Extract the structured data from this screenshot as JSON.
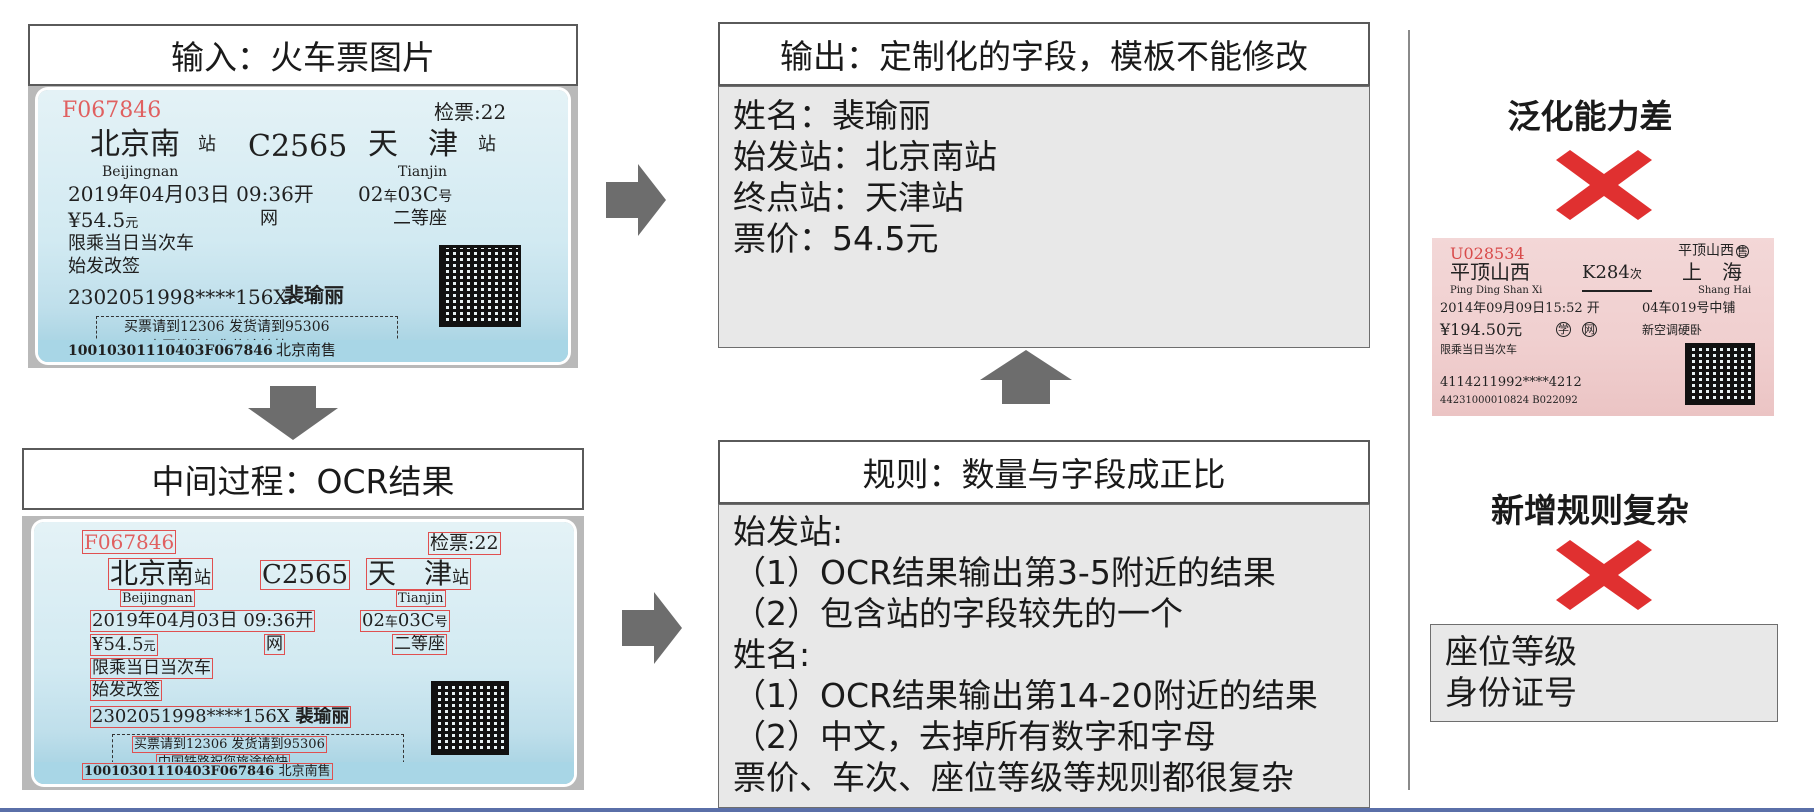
{
  "input_box": {
    "title": "输入：火车票图片"
  },
  "output_box": {
    "title": "输出：定制化的字段，模板不能修改",
    "lines": [
      "姓名：裴瑜丽",
      "始发站：北京南站",
      "终点站：天津站",
      "票价：54.5元"
    ]
  },
  "ocr_box": {
    "title": "中间过程：OCR结果"
  },
  "rules_box": {
    "title": "规则：数量与字段成正比",
    "lines": [
      "始发站:",
      "（1）OCR结果输出第3-5附近的结果",
      "（2）包含站的字段较先的一个",
      "姓名:",
      "（1）OCR结果输出第14-20附近的结果",
      "（2）中文，去掉所有数字和字母",
      "票价、车次、座位等级等规则都很复杂"
    ]
  },
  "ticket": {
    "serial": "F067846",
    "check": "检票:22",
    "from_station": "北京南站",
    "from_station_parts": [
      "北京南",
      "站"
    ],
    "train_no": "C2565",
    "to_station_parts": [
      "天　津",
      "站"
    ],
    "from_pinyin": "Beijingnan",
    "to_pinyin": "Tianjin",
    "date": "2019年04月03日 09:36开",
    "date_parts": [
      "2019",
      "年",
      "04",
      "月",
      "03",
      "日",
      " 09:36",
      "开"
    ],
    "seat_parts": [
      "02",
      "车",
      "03C",
      "号"
    ],
    "price_parts": [
      "¥54.5",
      "元"
    ],
    "channel": "网",
    "seat_class": "二等座",
    "limit": "限乘当日当次车",
    "sign": "始发改签",
    "id_number": "2302051998****156X",
    "passenger": "裴瑜丽",
    "notice1": "买票请到12306 发货请到95306",
    "notice2": "中国铁路祝您旅途愉快",
    "bottom": "10010301110403F067846",
    "sold_at": "北京南售"
  },
  "right_panel": {
    "heading1": "泛化能力差",
    "heading2": "新增规则复杂",
    "list": [
      "座位等级",
      "身份证号"
    ]
  },
  "red_ticket": {
    "serial": "U028534",
    "check": "平顶山西",
    "check_mark": "售",
    "from_station": "平顶山西",
    "from_pinyin": "Ping Ding Shan Xi",
    "train_no": "K284",
    "train_suffix": "次",
    "to_station": "上　海",
    "to_pinyin": "Shang Hai",
    "date": "2014年09月09日15:52 开",
    "seat": "04车019号中铺",
    "price": "¥194.50元",
    "marks": [
      "学",
      "网"
    ],
    "seat_class": "新空调硬卧",
    "limit": "限乘当日当次车",
    "id_number": "4114211992****4212",
    "bottom": "44231000010824 B022092"
  },
  "colors": {
    "border": "#5a5a5a",
    "panel_bg": "#e8e8e8",
    "arrow": "#6d6d6d",
    "cross": "#e03030",
    "ocr_box": "#e05050",
    "footer": "#5a6fa8"
  }
}
